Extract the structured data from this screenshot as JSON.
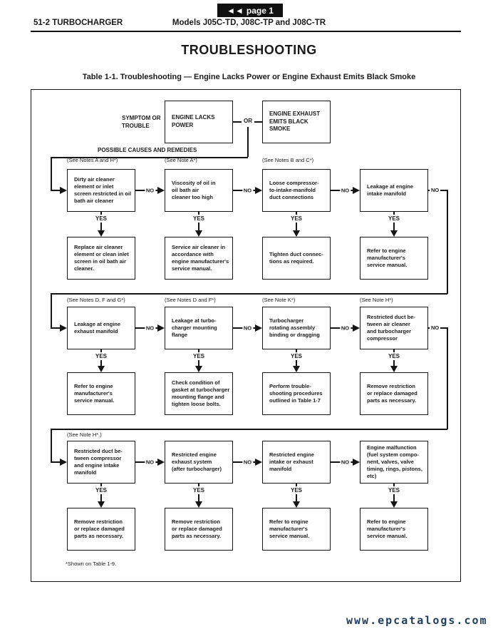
{
  "page": {
    "badge_icon": "◄◄",
    "badge_label": "page 1",
    "header_left": "51-2 TURBOCHARGER",
    "header_center": "Models J05C-TD, J08C-TP and J08C-TR",
    "title": "TROUBLESHOOTING",
    "table_caption": "Table 1-1.  Troubleshooting — Engine Lacks Power or Engine Exhaust Emits Black Smoke",
    "footer_url": "www.epcatalogs.com"
  },
  "flowchart": {
    "symptom_label": "SYMPTOM OR\nTROUBLE",
    "symptom_boxes": [
      "ENGINE LACKS\nPOWER",
      "ENGINE EXHAUST\nEMITS BLACK SMOKE"
    ],
    "or_label": "OR",
    "possible_causes_label": "POSSIBLE CAUSES AND REMEDIES",
    "no_label": "NO",
    "yes_label": "YES",
    "footnote": "*Shown on Table 1-9.",
    "rows": [
      {
        "cols": [
          {
            "note": "(See Notes A and H*)",
            "cause": "Dirty air cleaner\nelement or inlet\nscreen restricted in oil\nbath air cleaner",
            "remedy": "Replace air cleaner\nelement or clean inlet\nscreen in oil bath air\ncleaner."
          },
          {
            "note": "(See Note A*)",
            "cause": "Viscosity of oil in\noil bath air\ncleaner too high",
            "remedy": "Service air cleaner in\naccordance with\nengine manufacturer's\nservice manual."
          },
          {
            "note": "(See Notes  B and C*)",
            "cause": "Loose compressor-\nto-intake-manifold\nduct connections",
            "remedy": "Tighten duct connec-\ntions as required."
          },
          {
            "note": "",
            "cause": "Leakage at engine\nintake manifold",
            "remedy": "Refer to engine\nmanufacturer's\nservice manual."
          }
        ]
      },
      {
        "cols": [
          {
            "note": "(See Notes  D, F and G*)",
            "cause": "Leakage at engine\nexhaust manifold",
            "remedy": "Refer to engine\nmanufacturer's\nservice manual."
          },
          {
            "note": "(See Notes  D and F*)",
            "cause": "Leakage at turbo-\ncharger mounting\nflange",
            "remedy": "Check condition of\ngasket at turbocharger\nmounting flange and\ntighten loose bolts."
          },
          {
            "note": "(See Note K*)",
            "cause": "Turbocharger\nrotating assembly\nbinding or dragging",
            "remedy": "Perform trouble-\nshooting procedures\noutlined in Table 1-7"
          },
          {
            "note": "(See Note H*)",
            "cause": "Restricted duct be-\ntween air cleaner\nand turbocharger\ncompressor",
            "remedy": "Remove restriction\nor replace damaged\nparts as necessary."
          }
        ]
      },
      {
        "cols": [
          {
            "note": "(See Note H*.)",
            "cause": "Restricted duct be-\ntween compressor\nand engine intake\nmanifold",
            "remedy": "Remove restriction\nor replace damaged\nparts as necessary."
          },
          {
            "note": "",
            "cause": "Restricted engine\nexhaust system\n(after turbocharger)",
            "remedy": "Remove restriction\nor replace damaged\nparts as necessary."
          },
          {
            "note": "",
            "cause": "Restricted engine\nintake or exhaust\nmanifold",
            "remedy": "Refer to engine\nmanufacturer's\nservice manual."
          },
          {
            "note": "",
            "cause": "Engine malfunction\n(fuel system compo-\nnent, valves, valve\ntiming, rings, pistons,\netc)",
            "remedy": "Refer to engine\nmanufacturer's\nservice manual."
          }
        ]
      }
    ]
  }
}
